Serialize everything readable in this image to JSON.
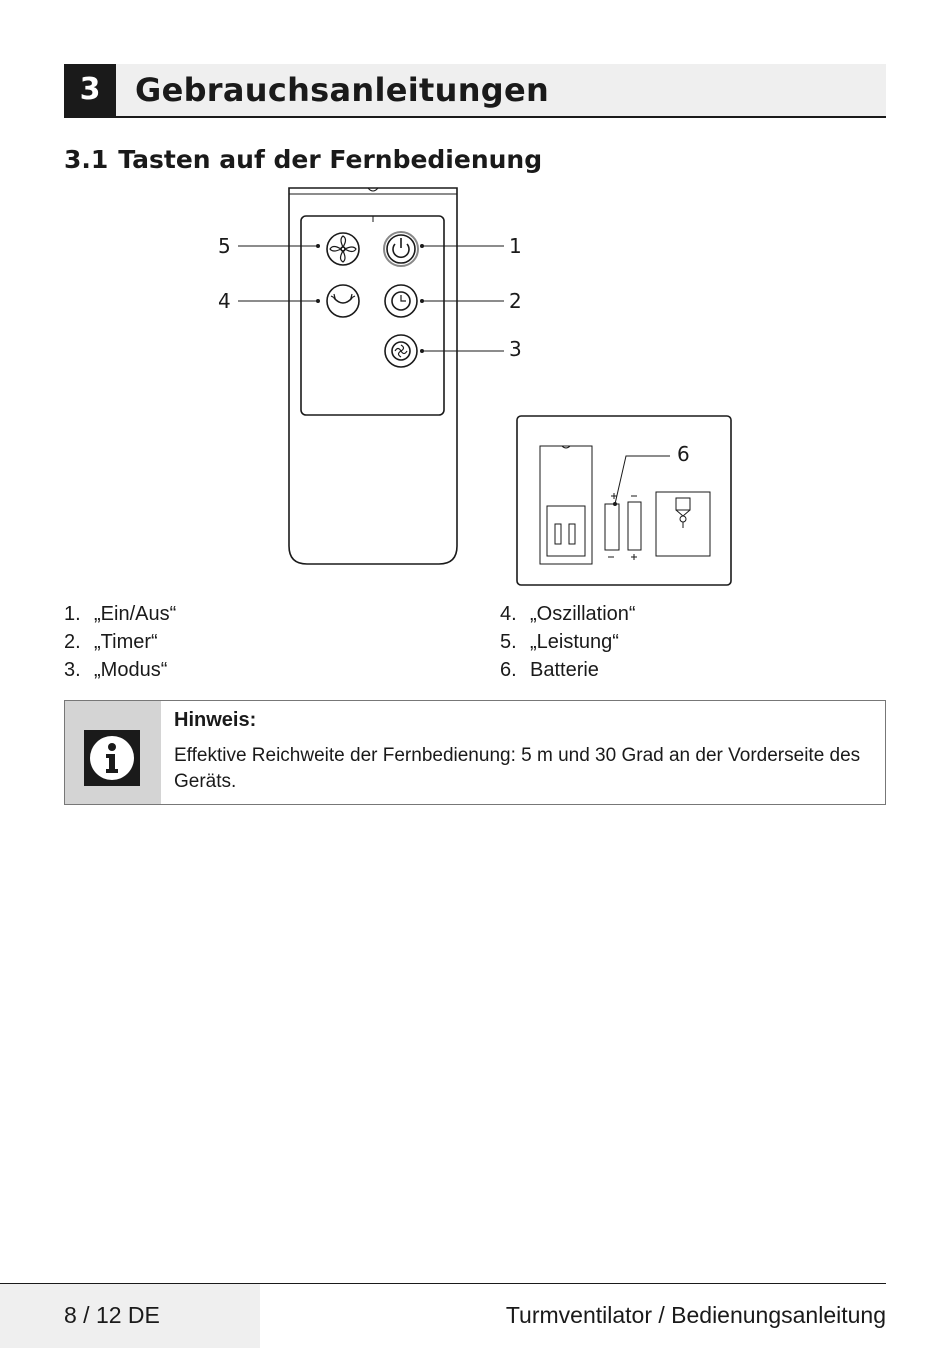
{
  "section": {
    "number": "3",
    "title": "Gebrauchsanleitungen"
  },
  "subsection": {
    "number": "3.1",
    "title": "Tasten auf der Fernbedienung"
  },
  "figure": {
    "callouts": [
      "5",
      "4",
      "1",
      "2",
      "3",
      "6"
    ],
    "battery_marks": {
      "plus": "+",
      "minus": "−"
    }
  },
  "items_left": [
    {
      "n": "1.",
      "label": "„Ein/Aus“"
    },
    {
      "n": "2.",
      "label": "„Timer“"
    },
    {
      "n": "3.",
      "label": "„Modus“"
    }
  ],
  "items_right": [
    {
      "n": "4.",
      "label": "„Oszillation“"
    },
    {
      "n": "5.",
      "label": "„Leistung“"
    },
    {
      "n": "6.",
      "label": "Batterie"
    }
  ],
  "note": {
    "icon": "info-icon",
    "title": "Hinweis:",
    "text": "Effektive Reichweite der Fernbedienung: 5 m und 30 Grad an der Vorderseite des Geräts."
  },
  "footer": {
    "page": "8 / 12 DE",
    "title": "Turmventilator / Bedienungsanleitung"
  }
}
